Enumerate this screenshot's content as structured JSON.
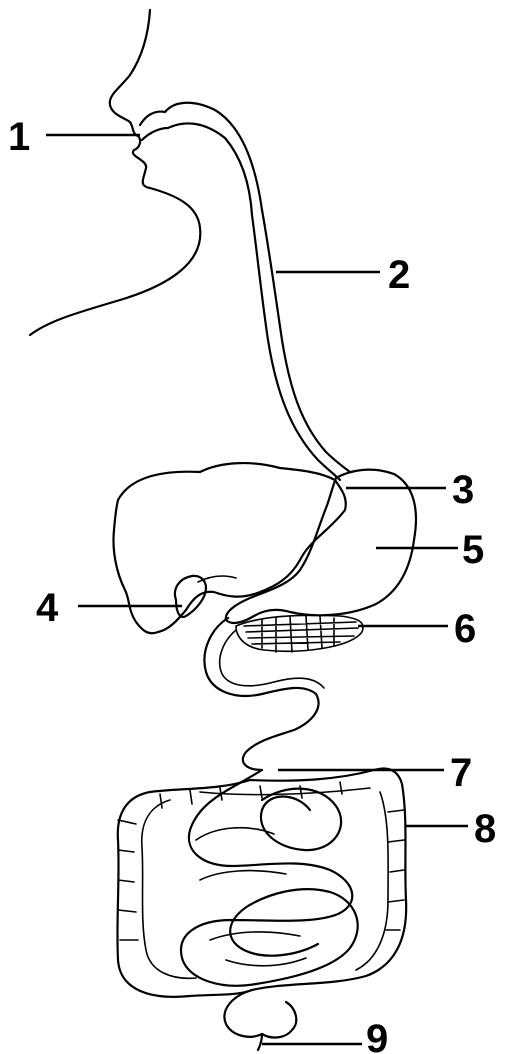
{
  "labels": [
    {
      "id": "1",
      "text": "1"
    },
    {
      "id": "2",
      "text": "2"
    },
    {
      "id": "3",
      "text": "3"
    },
    {
      "id": "4",
      "text": "4"
    },
    {
      "id": "5",
      "text": "5"
    },
    {
      "id": "6",
      "text": "6"
    },
    {
      "id": "7",
      "text": "7"
    },
    {
      "id": "8",
      "text": "8"
    },
    {
      "id": "9",
      "text": "9"
    }
  ],
  "colors": {
    "ink": "#000000",
    "background": "#ffffff"
  }
}
